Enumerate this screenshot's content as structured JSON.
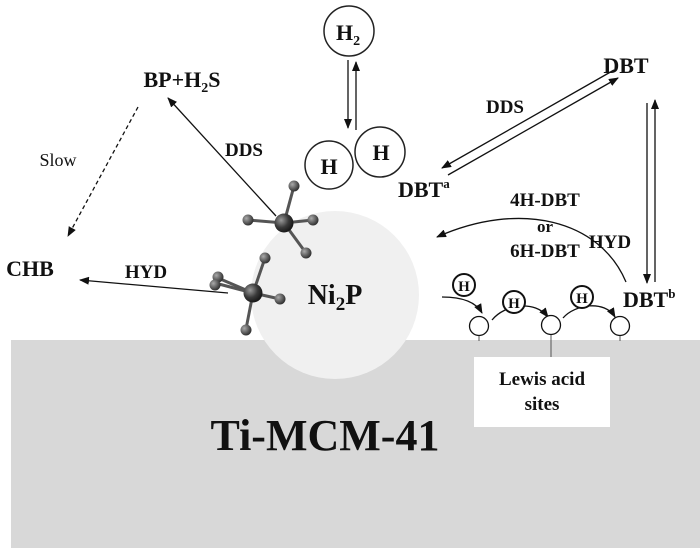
{
  "diagram": {
    "support": {
      "label": "Ti-MCM-41",
      "color": "#d8d8d8"
    },
    "active_phase": {
      "label_main": "Ni",
      "label_sub": "2",
      "label_tail": "P",
      "color": "#f0f0f0"
    },
    "hydrogen": {
      "h2_main": "H",
      "h2_sub": "2",
      "h_atom_1": "H",
      "h_atom_2": "H",
      "spillover_h": [
        "H",
        "H",
        "H"
      ]
    },
    "species": {
      "dbt": "DBT",
      "dbt_a_main": "DBT",
      "dbt_a_sup": "a",
      "dbt_b_main": "DBT",
      "dbt_b_sup": "b",
      "bp_h2s_main": "BP+H",
      "bp_h2s_sub": "2",
      "bp_h2s_tail": "S",
      "chb": "CHB",
      "intermediate_line1": "4H-DBT",
      "intermediate_or": "or",
      "intermediate_line2": "6H-DBT"
    },
    "pathways": {
      "dds_top": "DDS",
      "dds_left": "DDS",
      "hyd_left": "HYD",
      "hyd_right": "HYD",
      "slow": "Slow"
    },
    "lewis_acid_box": {
      "line1": "Lewis acid",
      "line2": "sites"
    }
  }
}
